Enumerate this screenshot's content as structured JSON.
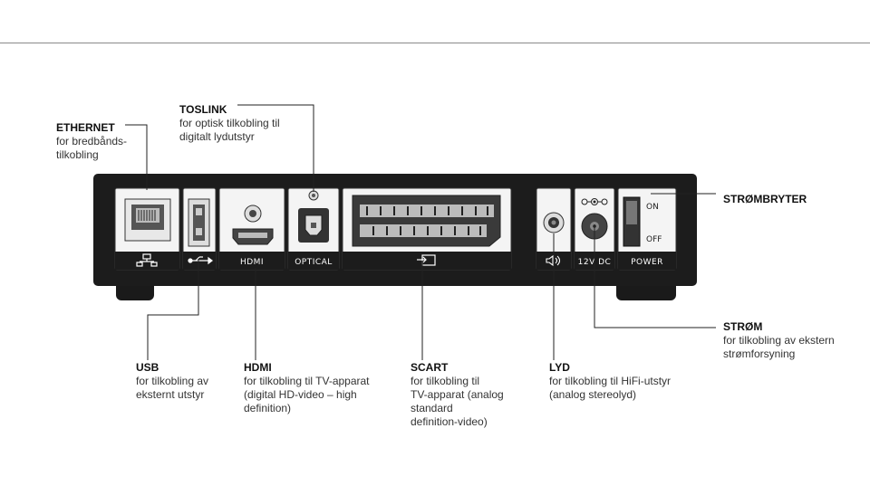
{
  "callouts": {
    "ethernet": {
      "title": "ETHERNET",
      "desc": "for bredbånds-\ntilkobling"
    },
    "toslink": {
      "title": "TOSLINK",
      "desc": "for optisk tilkobling til\ndigitalt lydutstyr"
    },
    "strombryter": {
      "title": "STRØMBRYTER",
      "desc": ""
    },
    "strom": {
      "title": "STRØM",
      "desc": "for tilkobling av ekstern\nstrømforsyning"
    },
    "usb": {
      "title": "USB",
      "desc": "for tilkobling av\neksternt utstyr"
    },
    "hdmi": {
      "title": "HDMI",
      "desc": "for tilkobling til TV-apparat\n(digital HD-video – high\ndefinition)"
    },
    "scart": {
      "title": "SCART",
      "desc": "for tilkobling til\nTV-apparat (analog\nstandard\ndefinition-video)"
    },
    "lyd": {
      "title": "LYD",
      "desc": "for tilkobling til HiFi-utstyr\n(analog stereolyd)"
    }
  },
  "port_labels": {
    "hdmi": "HDMI",
    "optical": "OPTICAL",
    "dc": "12V DC",
    "power": "POWER",
    "switch_on": "ON",
    "switch_off": "OFF"
  }
}
